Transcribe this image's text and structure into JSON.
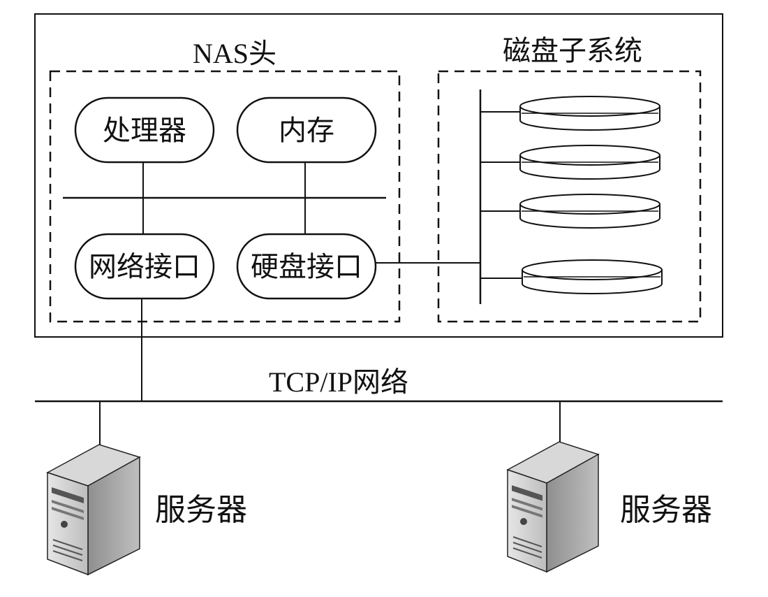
{
  "nas_head": {
    "title": "NAS头"
  },
  "disk_subsystem": {
    "title": "磁盘子系统"
  },
  "components": {
    "processor": "处理器",
    "memory": "内存",
    "network_interface": "网络接口",
    "disk_interface": "硬盘接口"
  },
  "network": {
    "label": "TCP/IP网络"
  },
  "servers": [
    {
      "label": "服务器"
    },
    {
      "label": "服务器"
    }
  ],
  "disk_count": 4,
  "colors": {
    "line": "#111111",
    "server_body": "#cfcfcf",
    "server_side": "#9a9a9a"
  }
}
